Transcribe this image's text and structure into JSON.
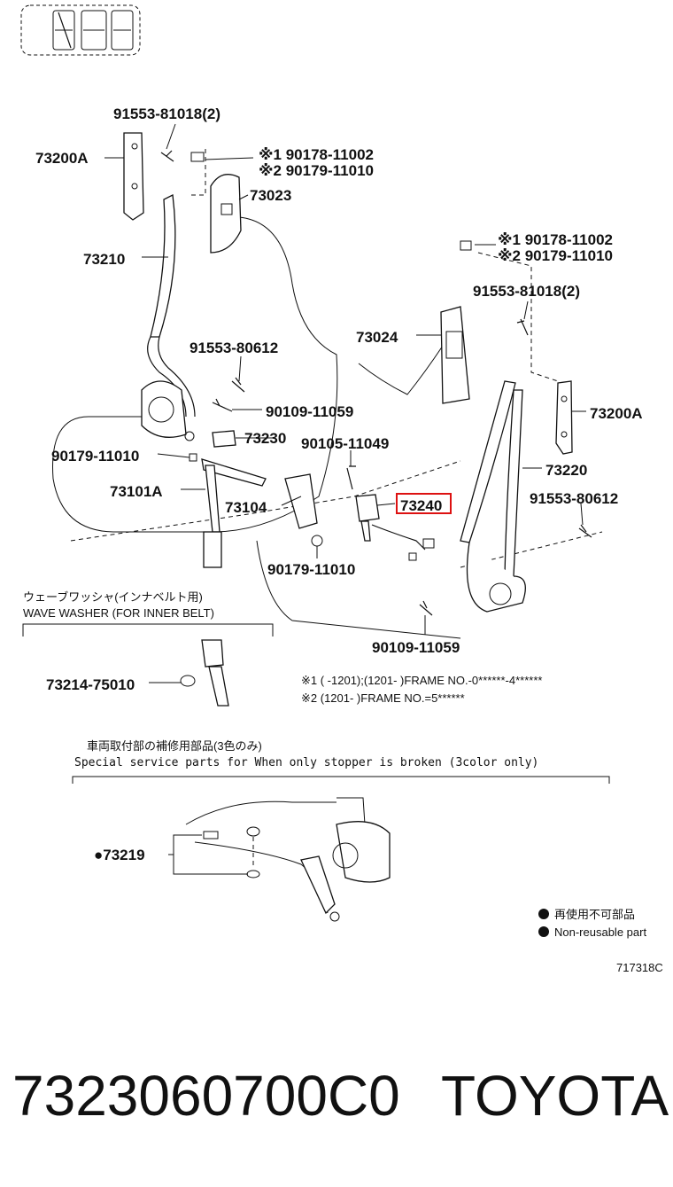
{
  "labels": {
    "p91553_81018_top": "91553-81018(2)",
    "p73200A_left": "73200A",
    "note1_90178": "※1 90178-11002",
    "note2_90179": "※2 90179-11010",
    "p73023": "73023",
    "p73210": "73210",
    "note1_90178_right": "※1 90178-11002",
    "note2_90179_right": "※2 90179-11010",
    "p91553_81018_right": "91553-81018(2)",
    "p73024": "73024",
    "p91553_80612_left": "91553-80612",
    "p90109_11059_left": "90109-11059",
    "p73200A_right": "73200A",
    "p73230": "73230",
    "p90105_11049": "90105-11049",
    "p90179_11010_left": "90179-11010",
    "p73220": "73220",
    "p73101A": "73101A",
    "p73104": "73104",
    "p73240": "73240",
    "p91553_80612_right": "91553-80612",
    "p90179_11010_mid": "90179-11010",
    "p90109_11059_bottom": "90109-11059",
    "p73214_75010": "73214-75010",
    "p73219": "●73219"
  },
  "notes": {
    "wave_washer_jp": "ウェーブワッシャ(インナベルト用)",
    "wave_washer_en": "WAVE WASHER (FOR INNER BELT)",
    "frame1": "※1 (      -1201);(1201-       )FRAME NO.-0******-4******",
    "frame2": "※2 (1201-      )FRAME NO.=5******",
    "special_jp": "車両取付部の補修用部品(3色のみ)",
    "special_en": "Special  service  parts  for  When  only  stopper  is  broken  (3color  only)",
    "legend_jp": "再使用不可部品",
    "legend_en": "Non-reusable part",
    "diagram_code": "717318C"
  },
  "footer": {
    "part_number": "7323060700C0",
    "brand": "TOYOTA"
  },
  "highlight": {
    "part": "73240",
    "color": "#d11111"
  },
  "icons": {
    "vehicle_seat_layout": "vehicle-seat-layout-icon",
    "non_reusable_marker": "filled-circle-icon"
  }
}
